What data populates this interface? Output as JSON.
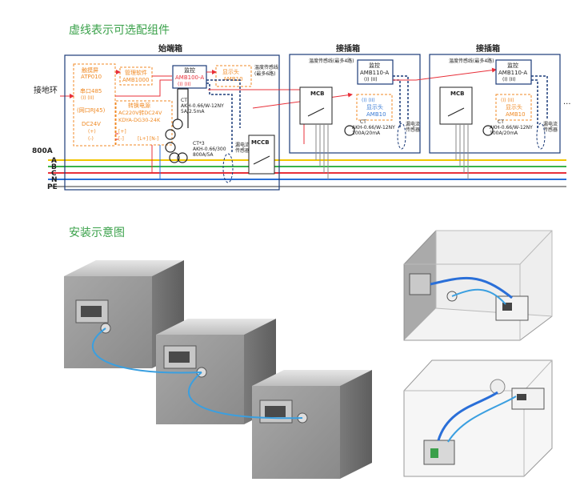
{
  "titles": {
    "optional_components": "虚线表示可选配组件",
    "installation": "安装示意图"
  },
  "boxes": {
    "start_box": "始端箱",
    "plug_box_1": "接插箱",
    "plug_box_2": "接插箱"
  },
  "start_box": {
    "touchscreen": [
      "触摸屏",
      "ATP010"
    ],
    "mgmt_software": [
      "管理软件",
      "AMB1000"
    ],
    "serial": [
      "串口485",
      "(I)  (II)"
    ],
    "network": "(网口RJ45)",
    "dc24": "DC24V",
    "plus": "(+)",
    "minus": "(-)",
    "plus2": "[+]",
    "minus2": "[-]",
    "power_supply": [
      "转换电源",
      "AC220V转DC24V",
      "KDYA-DG30-24K"
    ],
    "lterm": "[L+]  [N-]",
    "monitor": [
      "监控",
      "AMB100-A",
      "(I)   (II)"
    ],
    "display": [
      "显示头",
      "AMB10"
    ],
    "temp_sensor": [
      "温度传感线",
      "(最多6路)"
    ],
    "ct_leak": [
      "CT",
      "AKH-0.66/W-12NY",
      "5A/2.5mA"
    ],
    "ct_main": [
      "CT*3",
      "AKH-0.66/300",
      "800A/5A"
    ],
    "leak_sensor": [
      "漏电流",
      "传感器"
    ],
    "mccb": "MCCB"
  },
  "plug_box": {
    "temp_sensor": "温度传感线(最多4路)",
    "monitor": [
      "监控",
      "AMB110-A",
      "(I)   (II)"
    ],
    "mcb": "MCB",
    "display": [
      "(I)  (II)",
      "显示头",
      "AMB10"
    ],
    "ct": [
      "CT",
      "AKH-0.66/W-12NY",
      "100A/20mA"
    ],
    "leak_sensor": [
      "漏电流",
      "传感器"
    ]
  },
  "bus": {
    "current": "800A",
    "lines": [
      "A",
      "B",
      "C",
      "N",
      "PE"
    ]
  },
  "ground_loop": "接地环",
  "ellipsis": "..."
}
